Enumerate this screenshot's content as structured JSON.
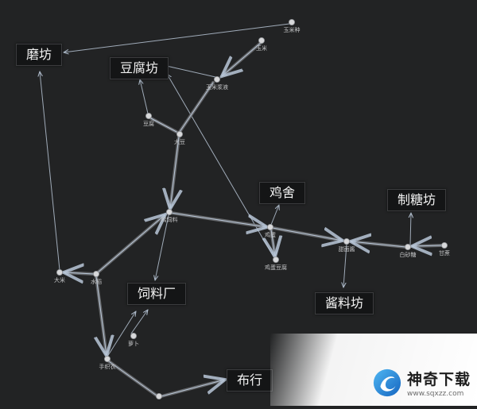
{
  "buildings": {
    "mofang": "磨坊",
    "doufufang": "豆腐坊",
    "jishe": "鸡舍",
    "zhitangfang": "制糖坊",
    "siliaochang": "饲料厂",
    "jiangliaofang": "酱料坊",
    "buhang": "布行"
  },
  "items": {
    "yumi_zhong": "玉米种",
    "yumi": "玉米",
    "yumi_jiangye": "玉米浆液",
    "doufu": "豆腐",
    "dadou": "大豆",
    "jichu_siliao": "鸡饲料",
    "jidan": "鸡蛋",
    "jidan_doufu": "鸡蛋豆腐",
    "tianmianjiang": "甜面酱",
    "baishatang": "白砂糖",
    "ganzhe": "甘蔗",
    "dami": "大米",
    "shuidao": "水稻",
    "luobo": "萝卜",
    "shouhuo_yi": "手织衣"
  },
  "colors": {
    "background": "#222324",
    "edge": "#8d8f93",
    "arrow": "#b9c7d8",
    "node": "#d7d8da"
  },
  "watermark": {
    "title": "神奇下载",
    "url": "www.sqxzz.com",
    "logo": "sq-swirl-logo"
  }
}
